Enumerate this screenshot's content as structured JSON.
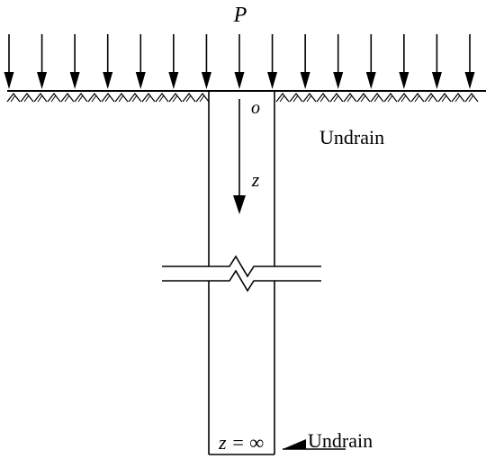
{
  "labels": {
    "load": "P",
    "origin": "o",
    "depth_axis": "z",
    "top_boundary": "Undrain",
    "bottom_depth": "z = ∞",
    "bottom_boundary": "Undrain"
  },
  "colors": {
    "line": "#000000",
    "background": "#ffffff"
  },
  "load_arrow_count": 15
}
